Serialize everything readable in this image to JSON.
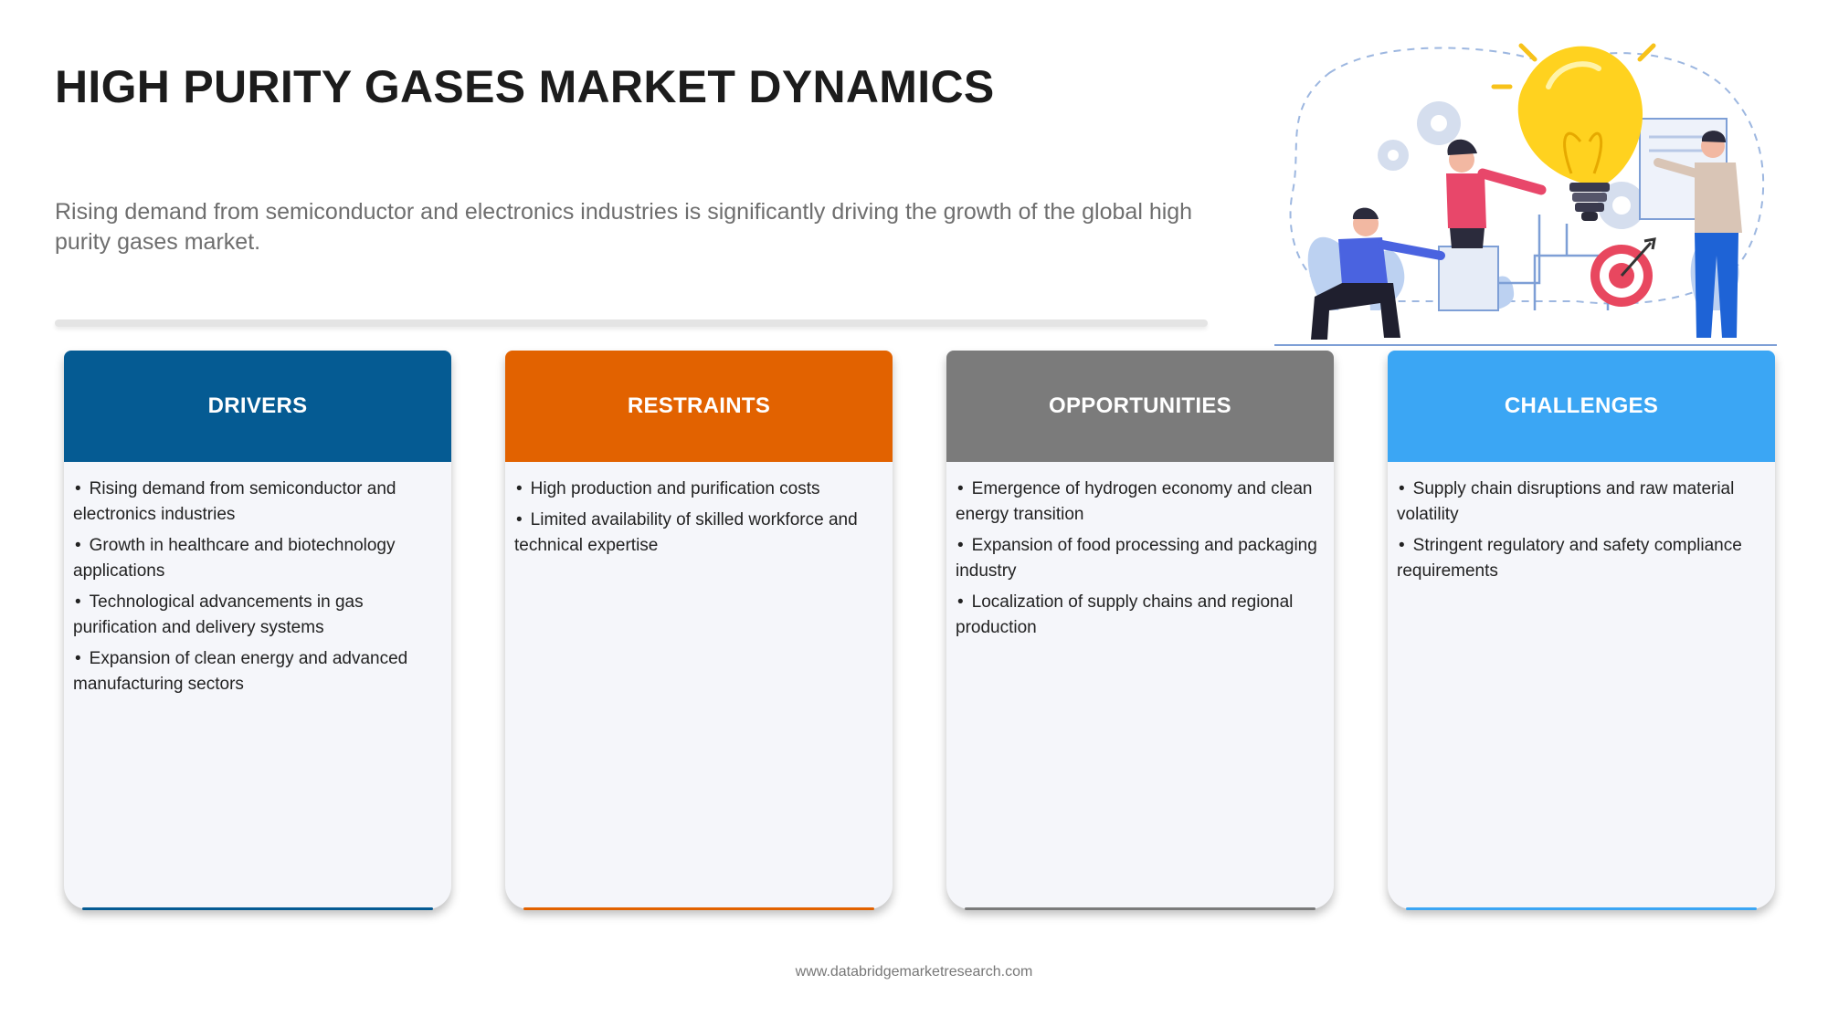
{
  "header": {
    "title": "HIGH PURITY GASES MARKET DYNAMICS",
    "subtitle": "Rising demand from semiconductor and electronics industries is significantly driving the growth of the global high purity gases market."
  },
  "illustration": {
    "icon": "business-team-lightbulb-illustration",
    "colors": {
      "bulb": "#FFD21F",
      "target": "#E8475F",
      "person_blue": "#4A63E0",
      "person_pink": "#E8476A"
    }
  },
  "cards": [
    {
      "key": "drivers",
      "title": "DRIVERS",
      "color": "#055B93",
      "items": [
        "Rising demand from semiconductor and electronics industries",
        "Growth in healthcare and biotechnology applications",
        "Technological advancements in gas purification and delivery systems",
        "Expansion of clean energy and advanced manufacturing sectors"
      ]
    },
    {
      "key": "restraints",
      "title": "RESTRAINTS",
      "color": "#E26200",
      "items": [
        "High production and purification costs",
        "Limited availability of skilled workforce and technical expertise"
      ]
    },
    {
      "key": "opportunities",
      "title": "OPPORTUNITIES",
      "color": "#7B7B7B",
      "items": [
        "Emergence of hydrogen economy and clean energy transition",
        "Expansion of food processing and packaging industry",
        "Localization of supply chains and regional production"
      ]
    },
    {
      "key": "challenges",
      "title": "CHALLENGES",
      "color": "#3BA6F4",
      "items": [
        "Supply chain disruptions and raw material volatility",
        "Stringent regulatory and safety compliance requirements"
      ]
    }
  ],
  "footer": {
    "website": "www.databridgemarketresearch.com"
  }
}
